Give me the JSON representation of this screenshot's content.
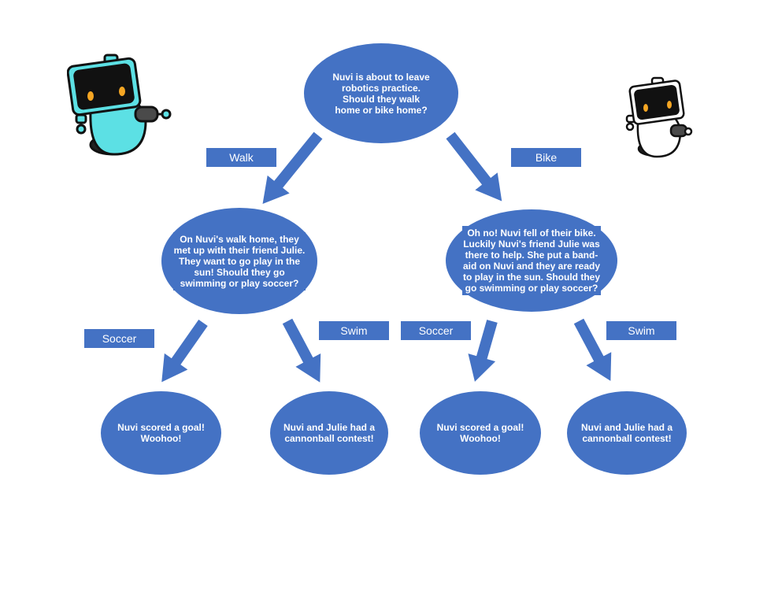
{
  "colors": {
    "node": "#4472c4",
    "text": "#ffffff",
    "robot_left_body": "#5ce0e4",
    "robot_right_body": "#ffffff"
  },
  "nodes": {
    "root": "Nuvi is about to leave robotics practice. Should they walk home or bike home?",
    "walk_question": "On Nuvi's walk home, they met up with their friend Julie. They want to go play in the sun! Should they go swimming or play soccer?",
    "bike_question": "Oh no! Nuvi fell of their bike. Luckily Nuvi's friend Julie was there to help. She put a band-aid on Nuvi and they are ready to play in the sun. Should they go swimming or play soccer?",
    "walk_soccer_result": "Nuvi scored a goal! Woohoo!",
    "walk_swim_result": "Nuvi and Julie had a cannonball contest!",
    "bike_soccer_result": "Nuvi scored a goal! Woohoo!",
    "bike_swim_result": "Nuvi and Julie had a cannonball contest!"
  },
  "labels": {
    "walk": "Walk",
    "bike": "Bike",
    "walk_soccer": "Soccer",
    "walk_swim": "Swim",
    "bike_soccer": "Soccer",
    "bike_swim": "Swim"
  },
  "icons": {
    "left": "robot-cyan-icon",
    "right": "robot-white-icon"
  }
}
